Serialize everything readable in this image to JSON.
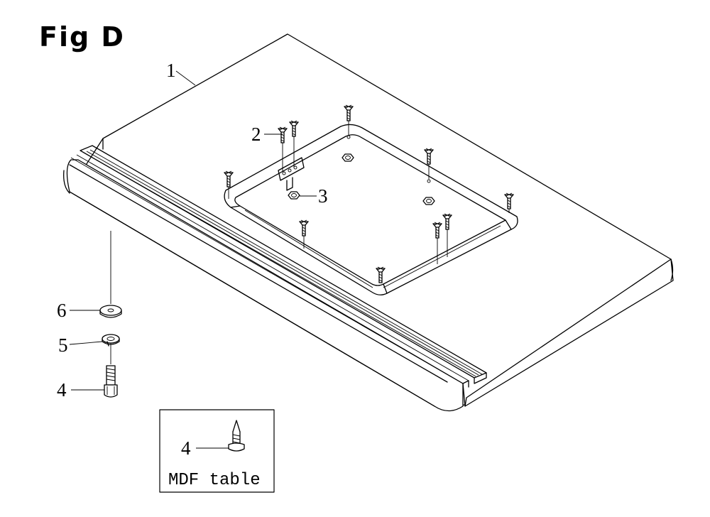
{
  "figure": {
    "title": "Fig D",
    "callouts": [
      {
        "id": "1",
        "label": "1"
      },
      {
        "id": "2",
        "label": "2"
      },
      {
        "id": "3",
        "label": "3"
      },
      {
        "id": "4",
        "label": "4"
      },
      {
        "id": "5",
        "label": "5"
      },
      {
        "id": "6",
        "label": "6"
      }
    ],
    "inset": {
      "callout": "4",
      "caption": "MDF table"
    }
  }
}
